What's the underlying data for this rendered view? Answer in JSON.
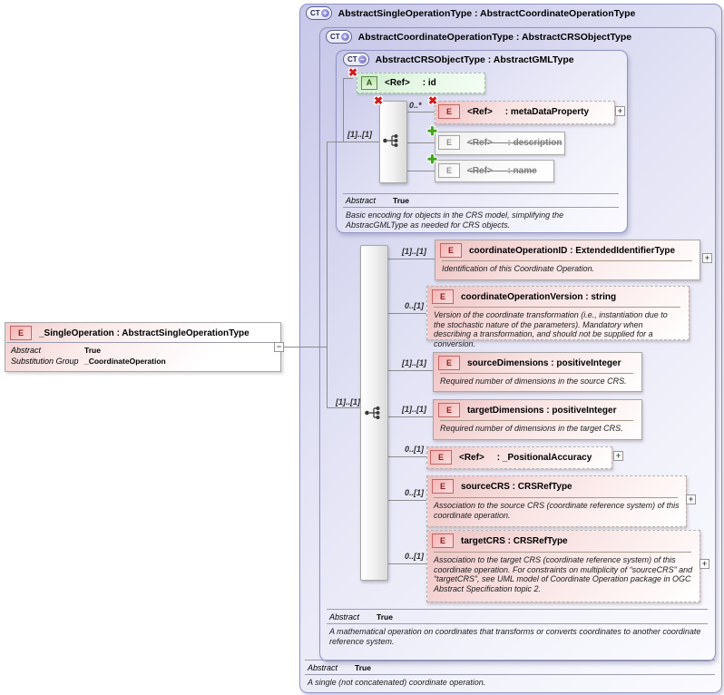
{
  "icons": {
    "ct": "CT",
    "plus": "+",
    "minus": "−",
    "e": "E",
    "a": "A",
    "x_badge": "✖",
    "plus_badge": "✚",
    "expand": "+",
    "collapse": "−"
  },
  "left_box": {
    "title": "_SingleOperation : AbstractSingleOperationType",
    "rows": [
      {
        "label": "Abstract",
        "value": "True"
      },
      {
        "label": "Substitution Group",
        "value": "_CoordinateOperation"
      }
    ]
  },
  "outer_box": {
    "title": "AbstractSingleOperationType : AbstractCoordinateOperationType",
    "abstract_label": "Abstract",
    "abstract_value": "True",
    "annotation": "A single (not concatenated) coordinate operation."
  },
  "middle_box": {
    "title": "AbstractCoordinateOperationType : AbstractCRSObjectType",
    "abstract_label": "Abstract",
    "abstract_value": "True",
    "annotation": "A mathematical operation on coordinates that transforms or converts coordinates to another coordinate reference system."
  },
  "inner_box": {
    "title": "AbstractCRSObjectType : AbstractGMLType",
    "abstract_label": "Abstract",
    "abstract_value": "True",
    "annotation": "Basic encoding for objects in the CRS model, simplifying the AbstracGMLType as needed for CRS objects.",
    "seq_card": "[1]..[1]",
    "attribute_id": {
      "ref": "<Ref>",
      "name": ": id"
    },
    "metaDataProperty": {
      "card": "0..*",
      "ref": "<Ref>",
      "name": ": metaDataProperty"
    },
    "description": {
      "text": "<Ref>      : description"
    },
    "name": {
      "text": "<Ref>      : name"
    }
  },
  "main_seq": {
    "card": "[1]..[1]"
  },
  "elements": {
    "coordinateOperationID": {
      "card": "[1]..[1]",
      "title": "coordinateOperationID : ExtendedIdentifierType",
      "annotation": "Identification of this Coordinate Operation."
    },
    "coordinateOperationVersion": {
      "card": "0..[1]",
      "title": "coordinateOperationVersion : string",
      "annotation": "Version of the coordinate transformation (i.e., instantiation due to the stochastic nature of the parameters). Mandatory when describing a transformation, and should not be supplied for a conversion."
    },
    "sourceDimensions": {
      "card": "[1]..[1]",
      "title": "sourceDimensions : positiveInteger",
      "annotation": "Required number of dimensions in the source CRS."
    },
    "targetDimensions": {
      "card": "[1]..[1]",
      "title": "targetDimensions : positiveInteger",
      "annotation": "Required number of dimensions in the target CRS."
    },
    "positionalAccuracy": {
      "card": "0..[1]",
      "ref": "<Ref>",
      "name": ": _PositionalAccuracy"
    },
    "sourceCRS": {
      "card": "0..[1]",
      "title": "sourceCRS : CRSRefType",
      "annotation": "Association to the source CRS (coordinate reference system) of this coordinate operation."
    },
    "targetCRS": {
      "card": "0..[1]",
      "title": "targetCRS : CRSRefType",
      "annotation": "Association to the target CRS (coordinate reference system) of this coordinate operation. For constraints on multiplicity of “sourceCRS” and “targetCRS”, see UML model of Coordinate Operation package in OGC Abstract Specification topic 2."
    }
  }
}
